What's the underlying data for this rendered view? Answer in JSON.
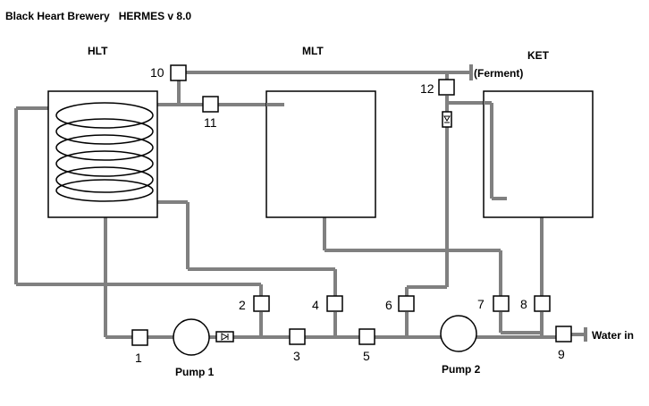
{
  "header": {
    "title": "Black Heart Brewery   HERMES v 8.0"
  },
  "vessels": {
    "hlt": "HLT",
    "mlt": "MLT",
    "ket": "KET"
  },
  "valves": {
    "v1": "1",
    "v2": "2",
    "v3": "3",
    "v4": "4",
    "v5": "5",
    "v6": "6",
    "v7": "7",
    "v8": "8",
    "v9": "9",
    "v10": "10",
    "v11": "11",
    "v12": "12"
  },
  "pumps": {
    "p1": "Pump 1",
    "p2": "Pump 2"
  },
  "ports": {
    "ferment": "(Ferment)",
    "water_in": "Water in"
  },
  "colors": {
    "pipe": "#808080",
    "outline": "#000000",
    "background": "#ffffff"
  }
}
